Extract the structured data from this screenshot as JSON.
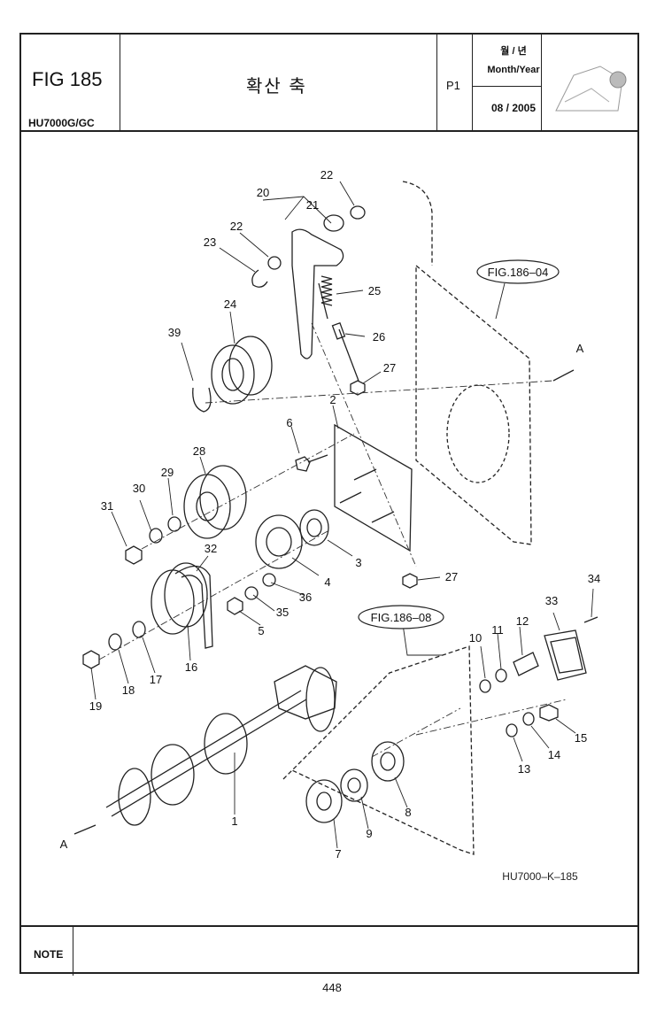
{
  "header": {
    "fig": "FIG 185",
    "model": "HU7000G/GC",
    "title": "확산 축",
    "page_code": "P1",
    "date_header_ko": "월 / 년",
    "date_header_en": "Month/Year",
    "date_value": "08 / 2005"
  },
  "diagram": {
    "part_labels": [
      "1",
      "2",
      "3",
      "4",
      "5",
      "6",
      "7",
      "8",
      "9",
      "10",
      "11",
      "12",
      "13",
      "14",
      "15",
      "16",
      "17",
      "18",
      "19",
      "20",
      "21",
      "22",
      "22",
      "23",
      "24",
      "25",
      "26",
      "27",
      "27",
      "28",
      "29",
      "30",
      "31",
      "32",
      "33",
      "34",
      "35",
      "36",
      "39"
    ],
    "callouts": [
      "FIG.186–04",
      "FIG.186–08"
    ],
    "direction_marks": [
      "A",
      "A"
    ],
    "drawing_id": "HU7000–K–185"
  },
  "footer": {
    "note_label": "NOTE",
    "page_number": "448"
  }
}
